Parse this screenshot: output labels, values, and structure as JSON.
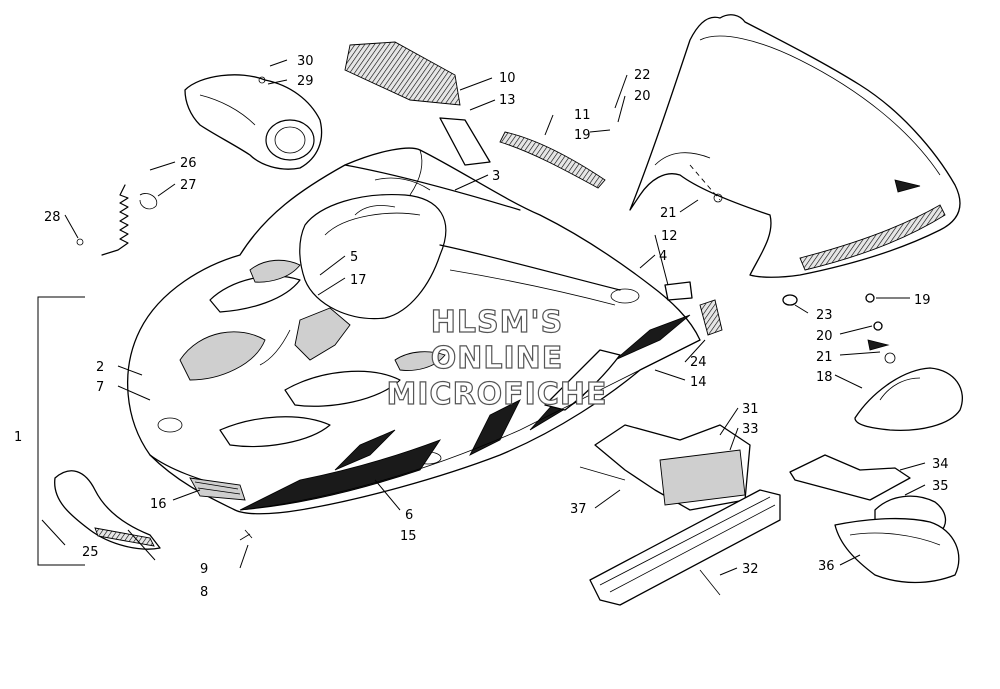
{
  "watermark": {
    "line1": "HLSM'S",
    "line2": "ONLINE",
    "line3": "MICROFICHE"
  },
  "callouts": {
    "c1": "1",
    "c2": "2",
    "c3": "3",
    "c4": "4",
    "c5": "5",
    "c6": "6",
    "c7": "7",
    "c8": "8",
    "c9": "9",
    "c10": "10",
    "c11": "11",
    "c12": "12",
    "c13": "13",
    "c14": "14",
    "c15": "15",
    "c16": "16",
    "c17": "17",
    "c18": "18",
    "c19a": "19",
    "c19b": "19",
    "c20a": "20",
    "c20b": "20",
    "c21a": "21",
    "c21b": "21",
    "c22": "22",
    "c23": "23",
    "c24": "24",
    "c25": "25",
    "c26": "26",
    "c27": "27",
    "c28": "28",
    "c29": "29",
    "c30": "30",
    "c31": "31",
    "c32": "32",
    "c33": "33",
    "c34": "34",
    "c35": "35",
    "c36": "36",
    "c37": "37"
  }
}
